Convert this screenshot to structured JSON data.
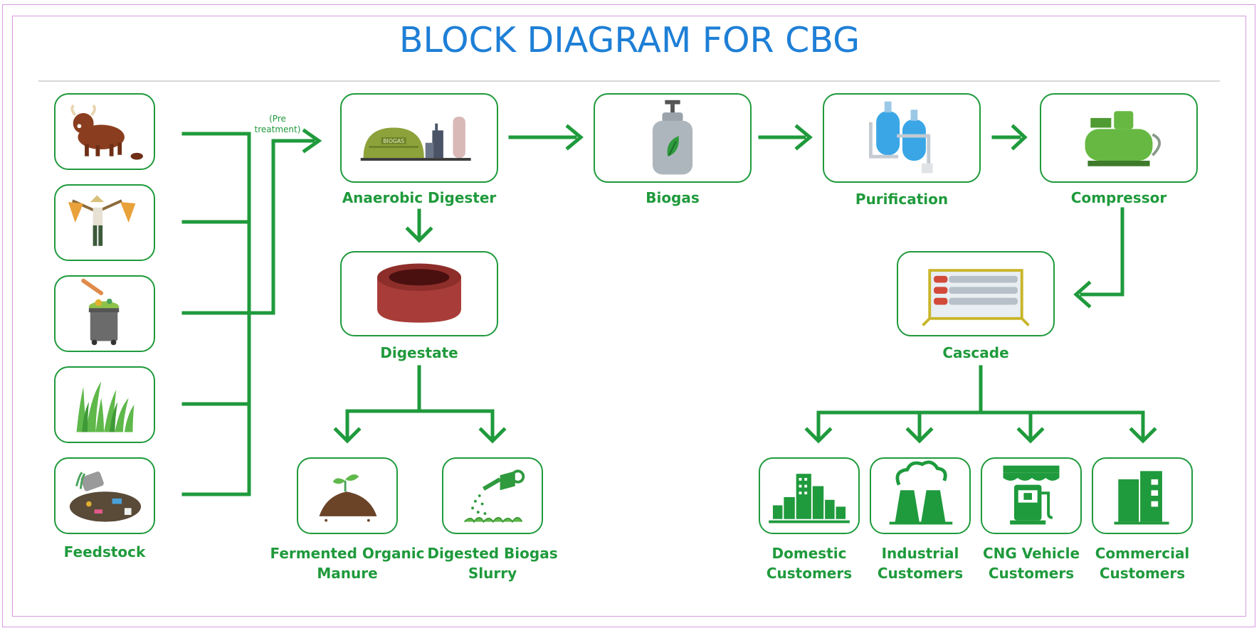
{
  "title": "BLOCK DIAGRAM FOR CBG",
  "colors": {
    "accent": "#1f9a3c",
    "title": "#1e7fd6",
    "frame": "#d79be0"
  },
  "pre_treatment_note": [
    "(Pre",
    "treatment)"
  ],
  "feedstock": {
    "label": "Feedstock",
    "items": [
      {
        "icon": "cattle-dung-icon"
      },
      {
        "icon": "crop-residue-icon"
      },
      {
        "icon": "waste-bin-icon"
      },
      {
        "icon": "grass-icon"
      },
      {
        "icon": "sewage-waste-icon"
      }
    ]
  },
  "nodes": {
    "digester": {
      "label": "Anaerobic Digester",
      "icon": "biogas-plant-icon"
    },
    "biogas": {
      "label": "Biogas",
      "icon": "gas-cylinder-icon"
    },
    "purification": {
      "label": "Purification",
      "icon": "purification-tanks-icon"
    },
    "compressor": {
      "label": "Compressor",
      "icon": "compressor-icon"
    },
    "digestate": {
      "label": "Digestate",
      "icon": "digestate-tank-icon"
    },
    "cascade": {
      "label": "Cascade",
      "icon": "cylinder-cascade-icon"
    },
    "manure": {
      "label_line1": "Fermented Organic",
      "label_line2": "Manure",
      "icon": "soil-sprout-icon"
    },
    "slurry": {
      "label_line1": "Digested Biogas",
      "label_line2": "Slurry",
      "icon": "watering-can-icon"
    },
    "domestic": {
      "label_line1": "Domestic",
      "label_line2": "Customers",
      "icon": "city-buildings-icon"
    },
    "industrial": {
      "label_line1": "Industrial",
      "label_line2": "Customers",
      "icon": "factory-icon"
    },
    "cng": {
      "label_line1": "CNG Vehicle",
      "label_line2": "Customers",
      "icon": "fuel-station-icon"
    },
    "commercial": {
      "label_line1": "Commercial",
      "label_line2": "Customers",
      "icon": "commercial-building-icon"
    }
  }
}
